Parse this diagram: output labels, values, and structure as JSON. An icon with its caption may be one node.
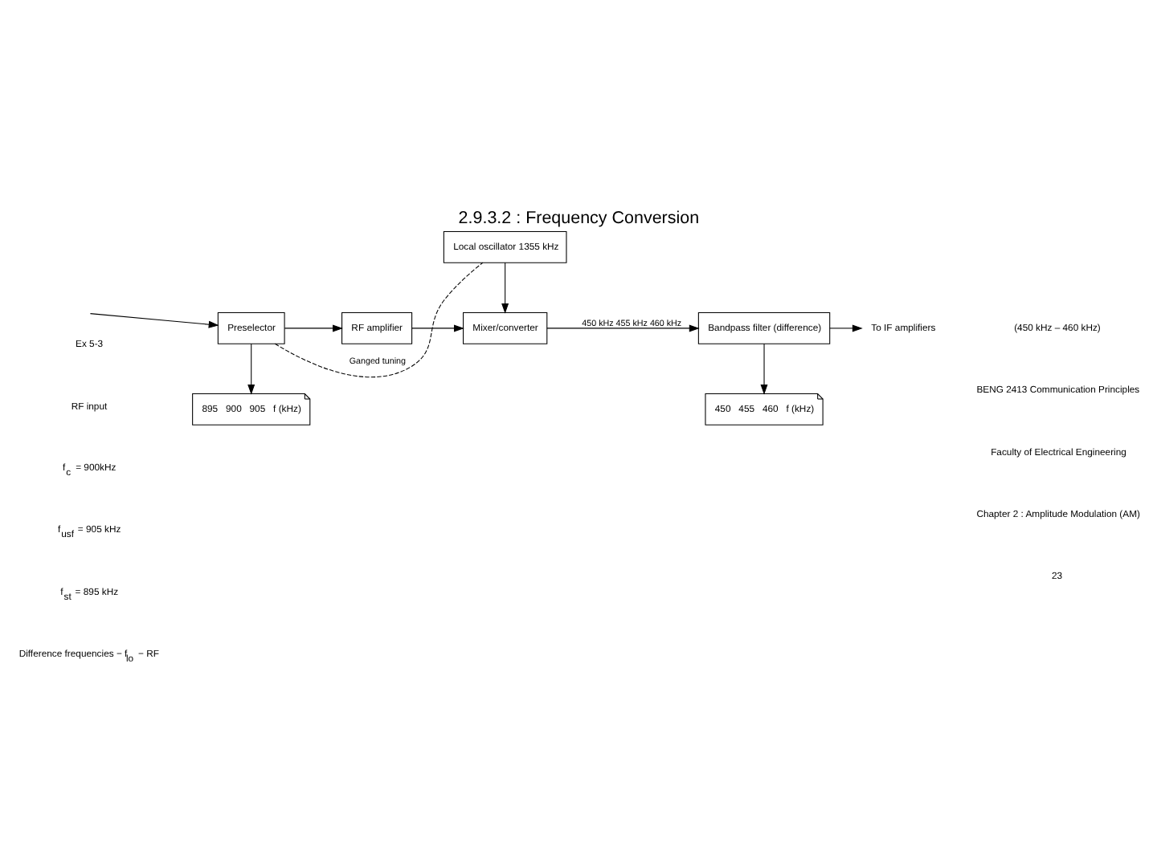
{
  "diagram": {
    "title": "2.9.3.2 : Frequency Conversion",
    "nodes": [
      {
        "text": [
          "Preselector"
        ]
      },
      {
        "text": [
          "RF amplifier"
        ]
      },
      {
        "text": [
          "Mixer/converter"
        ]
      },
      {
        "text": [
          "Local oscillator 1355 kHz"
        ]
      },
      {
        "text": [
          "Bandpass filter (difference)"
        ]
      },
      {
        "text": [
          "To IF amplifiers"
        ]
      },
      {
        "text": [
          "895",
          "900",
          "905",
          "f (kHz)"
        ]
      },
      {
        "text": [
          "450",
          "455",
          "460",
          "f (kHz)"
        ]
      }
    ],
    "edges": [
      {
        "from": null,
        "to": 0,
        "arrow": "to"
      },
      {
        "from": 0,
        "to": 6,
        "arrow": "to"
      },
      {
        "from": 0,
        "to": 1,
        "arrow": "to"
      },
      {
        "from": 1,
        "to": 2,
        "arrow": "to"
      },
      {
        "from": 3,
        "to": 2,
        "arrow": "to"
      },
      {
        "from": 2,
        "to": 4,
        "arrow": "to",
        "label": "450 kHz 455 kHz 460 kHz"
      },
      {
        "from": 4,
        "to": 5,
        "arrow": "to"
      },
      {
        "from": 4,
        "to": 7,
        "arrow": "to"
      },
      {
        "from": 0,
        "to": 3,
        "arrow": "none",
        "style": "dashed",
        "label": "Ganged tuning"
      }
    ],
    "labels": [
      "Ex 5-3",
      "RF input",
      "f$_{c}$ = 900kHz",
      "f$_{usf}$ = 905 kHz",
      "f$_{st}$ = 895 kHz",
      "Difference frequencies − f$_{lo}$ − RF",
      "(450 kHz – 460 kHz)",
      "BENG 2413 Communication Principles",
      "Faculty of Electrical Engineering",
      "Chapter 2 : Amplitude Modulation (AM)",
      "23"
    ]
  }
}
